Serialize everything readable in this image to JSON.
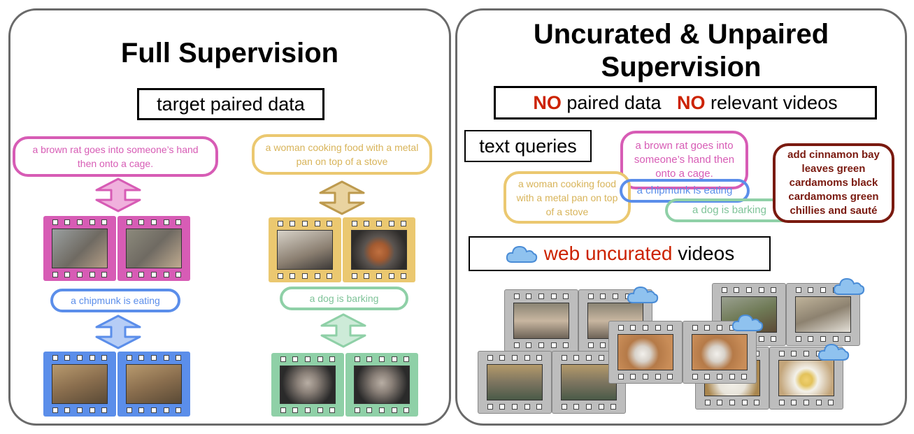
{
  "left_panel": {
    "title": "Full Supervision",
    "box_label": "target paired data",
    "captions": {
      "rat": "a brown rat goes into someone’s hand then onto a cage.",
      "cooking": "a woman cooking food with a metal pan on top of a stove",
      "chipmunk": "a chipmunk is eating",
      "dog": "a dog is barking"
    }
  },
  "right_panel": {
    "title_line1": "Uncurated & Unpaired",
    "title_line2": "Supervision",
    "no_word_1": "NO",
    "paired_text": "paired data",
    "no_word_2": "NO",
    "relevant_text": "relevant videos",
    "text_queries_label": "text queries",
    "queries": {
      "rat": "a brown rat goes into someone’s hand then onto a cage.",
      "cooking": "a woman cooking food with a metal pan on top of a stove",
      "chipmunk": "a chipmunk is eating",
      "dog": "a dog is barking",
      "recipe": "add cinnamon bay leaves green cardamoms black cardamoms green chillies and sauté"
    },
    "web_word": "web uncurated",
    "videos_word": "videos"
  },
  "colors": {
    "magenta": "#d75cb5",
    "gold": "#ebc870",
    "blue": "#5b8eea",
    "green": "#8fd0a7",
    "maroon": "#7a1a10",
    "red": "#cc2200",
    "gray_film": "#bdbdbd"
  }
}
